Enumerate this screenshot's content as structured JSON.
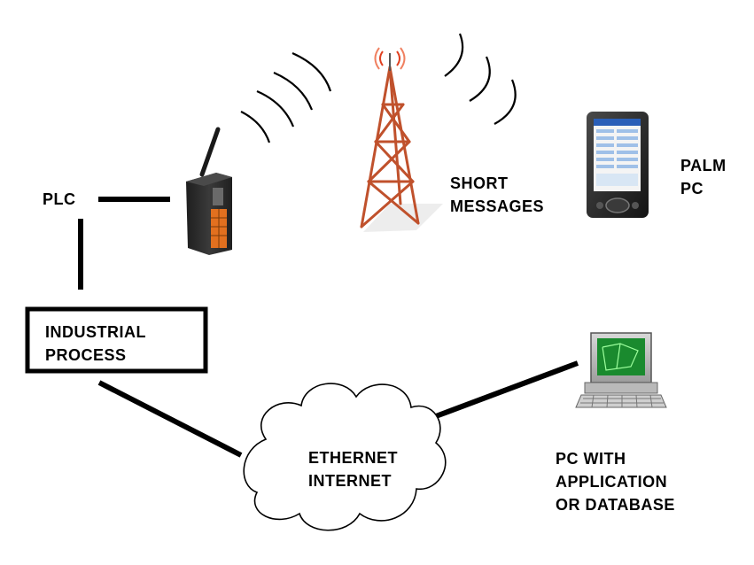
{
  "labels": {
    "plc": "PLC",
    "industrial_process": [
      "INDUSTRIAL",
      "PROCESS"
    ],
    "short_messages": [
      "SHORT",
      "MESSAGES"
    ],
    "palm_pc": [
      "PALM",
      "PC"
    ],
    "ethernet_internet": [
      "ETHERNET",
      "INTERNET"
    ],
    "pc_with_application": [
      "PC WITH",
      "APPLICATION",
      "OR DATABASE"
    ]
  },
  "icons": [
    "gsm-modem-icon",
    "radio-tower-icon",
    "palm-pc-icon",
    "desktop-computer-icon",
    "cloud-icon"
  ],
  "colors": {
    "line": "#000000",
    "tower": "#c0512c",
    "modem_accent": "#e2701f",
    "screen": "#1a8a2e",
    "device_body": "#2b2b2b"
  }
}
